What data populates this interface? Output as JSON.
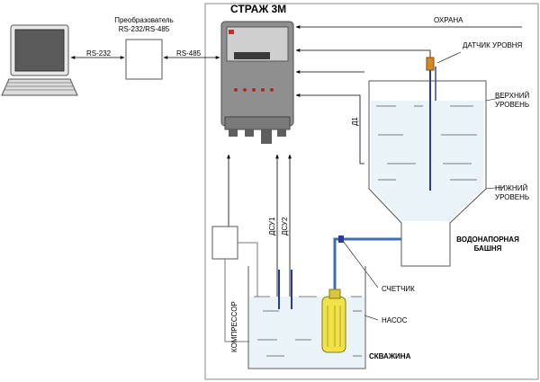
{
  "title": "СТРАЖ 3М",
  "converter": {
    "name_line1": "Преобразователь",
    "name_line2": "RS-232/RS-485"
  },
  "links": {
    "rs232": "RS-232",
    "rs485": "RS-485"
  },
  "labels": {
    "guard": "ОХРАНА",
    "level_sensor": "ДАТЧИК УРОВНЯ",
    "upper_level_line1": "ВЕРХНИЙ",
    "upper_level_line2": "УРОВЕНЬ",
    "lower_level_line1": "НИЖНИЙ",
    "lower_level_line2": "УРОВЕНЬ",
    "water_tower_line1": "ВОДОНАПОРНАЯ",
    "water_tower_line2": "БАШНЯ",
    "counter": "СЧЕТЧИК",
    "pump": "НАСОС",
    "well": "СКВАЖИНА",
    "compressor": "КОМПРЕССОР",
    "d1": "Д1",
    "dsu1": "ДСУ1",
    "dsu2": "ДСУ2"
  },
  "colors": {
    "water": "#eaf3f8",
    "pipe": "#3f6fb0",
    "pump": "#f2e24a",
    "device": "#8f8f8f",
    "device_dark": "#5e5e5e",
    "sensor_tip": "#d08a20"
  },
  "icons": {
    "computer": "computer-icon",
    "device": "controller-device-icon",
    "pump": "pump-icon"
  }
}
